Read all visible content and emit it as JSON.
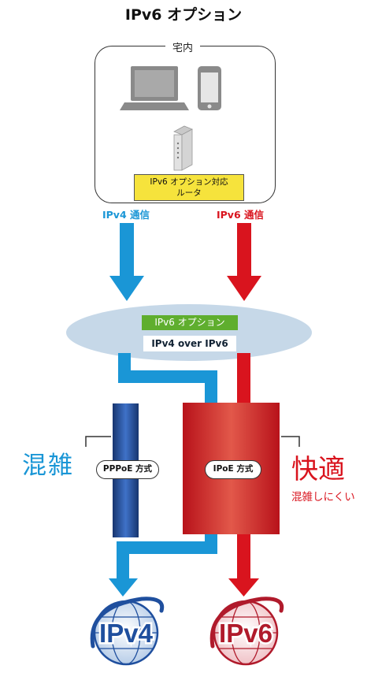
{
  "title": "IPv6 オプション",
  "home": {
    "label": "宅内",
    "router_label_line1": "IPv6 オプション対応",
    "router_label_line2": "ルータ"
  },
  "flows": {
    "ipv4_label": "IPv4 通信",
    "ipv6_label": "IPv6 通信"
  },
  "network": {
    "option_label": "IPv6 オプション",
    "tunnel_label": "IPv4 over IPv6"
  },
  "methods": {
    "pppoe_label": "PPPoE 方式",
    "ipoe_label": "IPoE 方式"
  },
  "status": {
    "congested": "混雑",
    "comfortable": "快適",
    "comfortable_sub": "混雑しにくい"
  },
  "destinations": {
    "ipv4": "IPv4",
    "ipv6": "IPv6"
  },
  "colors": {
    "ipv4_blue": "#1a96d6",
    "ipv6_red": "#d9141e",
    "pppoe_navy": "#1f4f9e",
    "ellipse": "#c6d8e8",
    "router_yellow": "#f6e33c",
    "option_green": "#5fae2e"
  }
}
